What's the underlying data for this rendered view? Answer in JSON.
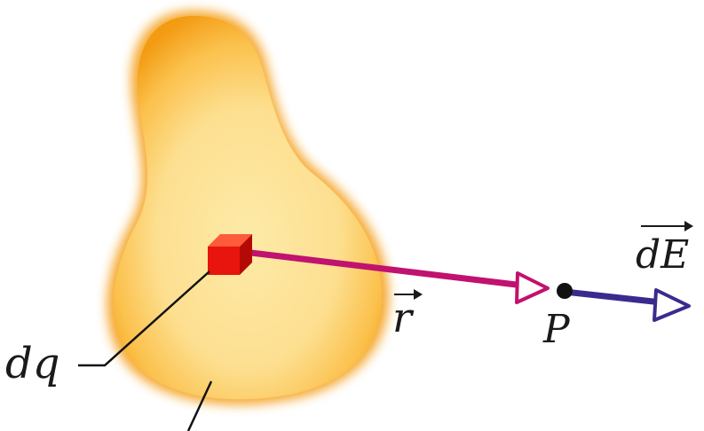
{
  "labels": {
    "charge_element": "dq",
    "position_vector": "r",
    "field_point": "P",
    "field_element": "dE"
  },
  "colors": {
    "body_fill_outer": "#f6a31c",
    "body_fill_inner": "#fde6a6",
    "charge_cube": "#e8140e",
    "r_vector": "#c0126e",
    "dE_vector": "#3b2a8e",
    "point": "#111111"
  }
}
